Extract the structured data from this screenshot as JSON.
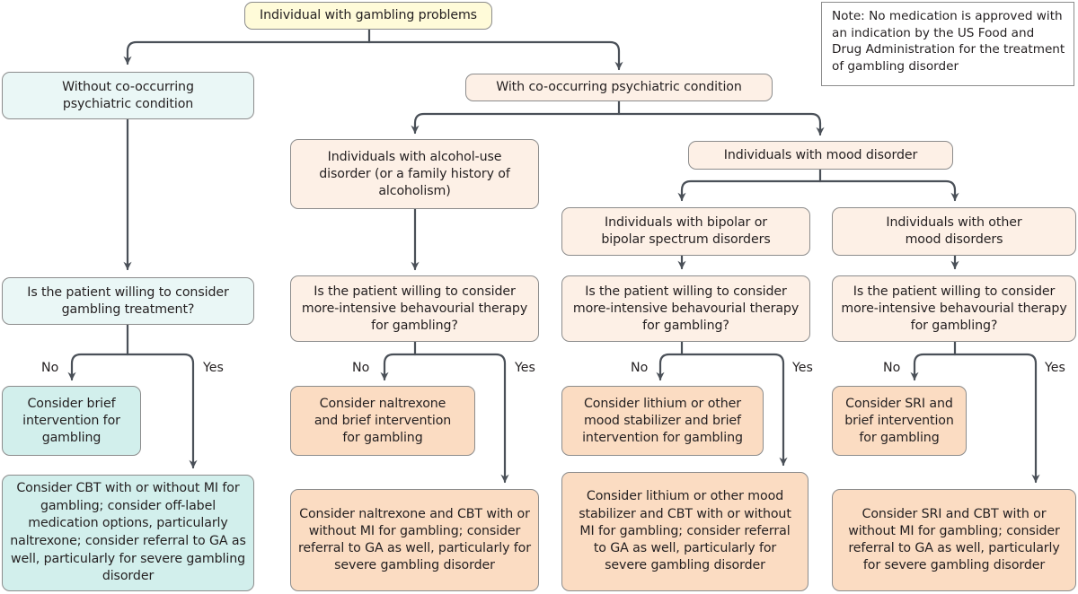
{
  "note": "Note: No medication is approved with an indication by the US Food and Drug Administration for the treatment of gambling disorder",
  "root": "Individual with gambling problems",
  "without_condition": {
    "title": "Without co-occurring psychiatric condition",
    "question": "Is the patient willing to consider gambling treatment?",
    "no_label": "No",
    "yes_label": "Yes",
    "no_outcome": "Consider brief intervention for gambling",
    "yes_outcome": "Consider CBT with or without MI for gambling; consider off-label medication options, particularly naltrexone; consider referral to GA as well, particularly for severe gambling disorder"
  },
  "with_condition": {
    "title": "With co-occurring psychiatric condition",
    "alcohol": {
      "title": "Individuals with alcohol-use disorder (or a family history of alcoholism)",
      "question": "Is the patient willing to consider more-intensive behavourial therapy for gambling?",
      "no_label": "No",
      "yes_label": "Yes",
      "no_outcome": "Consider naltrexone and brief intervention for gambling",
      "yes_outcome": "Consider naltrexone and CBT with or without MI for gambling; consider referral to GA as well, particularly for severe gambling disorder"
    },
    "mood": {
      "title": "Individuals with mood disorder",
      "bipolar": {
        "title": "Individuals with bipolar or bipolar spectrum disorders",
        "question": "Is the patient willing to consider more-intensive behavourial therapy for gambling?",
        "no_label": "No",
        "yes_label": "Yes",
        "no_outcome": "Consider lithium or other mood stabilizer and brief intervention for gambling",
        "yes_outcome": "Consider lithium or other mood stabilizer and CBT with or without MI for gambling; consider referral to GA as well, particularly for severe gambling disorder"
      },
      "other": {
        "title": "Individuals with other mood disorders",
        "question": "Is the patient willing to consider more-intensive behavourial therapy for gambling?",
        "no_label": "No",
        "yes_label": "Yes",
        "no_outcome": "Consider SRI and brief intervention for gambling",
        "yes_outcome": "Consider SRI and CBT with or without MI for gambling; consider referral to GA as well, particularly for severe gambling disorder"
      }
    }
  },
  "colors": {
    "root_fill": "#fffbd9",
    "without_fill": "#eaf7f6",
    "without_outcome_fill": "#d2efec",
    "with_fill": "#fdf0e6",
    "with_outcome_fill": "#fbdcc2",
    "arrow": "#4a5058"
  }
}
